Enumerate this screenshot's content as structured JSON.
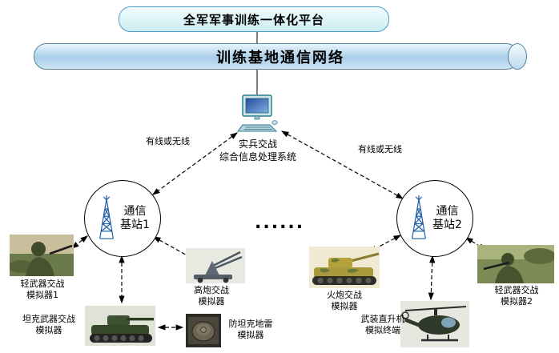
{
  "platform": {
    "title": "全军军事训练一体化平台"
  },
  "network": {
    "title": "训练基地通信网络"
  },
  "processing_system": {
    "line1": "实兵交战",
    "line2": "综合信息处理系统"
  },
  "links": {
    "left_label": "有线或无线",
    "right_label": "有线或无线"
  },
  "base_station_1": {
    "line1": "通信",
    "line2": "基站1"
  },
  "base_station_2": {
    "line1": "通信",
    "line2": "基站2"
  },
  "ellipsis": "......",
  "simulators": {
    "light_weapon_1": {
      "line1": "轻武器交战",
      "line2": "模拟器1"
    },
    "tank_weapon": {
      "line1": "坦克武器交战",
      "line2": "模拟器"
    },
    "aa_gun": {
      "line1": "高炮交战",
      "line2": "模拟器"
    },
    "anti_tank_mine": {
      "line1": "防坦克地雷",
      "line2": "模拟器"
    },
    "artillery": {
      "line1": "火炮交战",
      "line2": "模拟器"
    },
    "helicopter": {
      "line1": "武装直升机",
      "line2": "模拟终端"
    },
    "light_weapon_2": {
      "line1": "轻武器交战",
      "line2": "模拟器2"
    }
  },
  "colors": {
    "platform_fill": "#cdeef3",
    "platform_border": "#4f9bc4",
    "cylinder_fill": "#a9cde8",
    "cylinder_border": "#55829e",
    "tower_blue": "#1f5fa8",
    "line": "#000000"
  }
}
